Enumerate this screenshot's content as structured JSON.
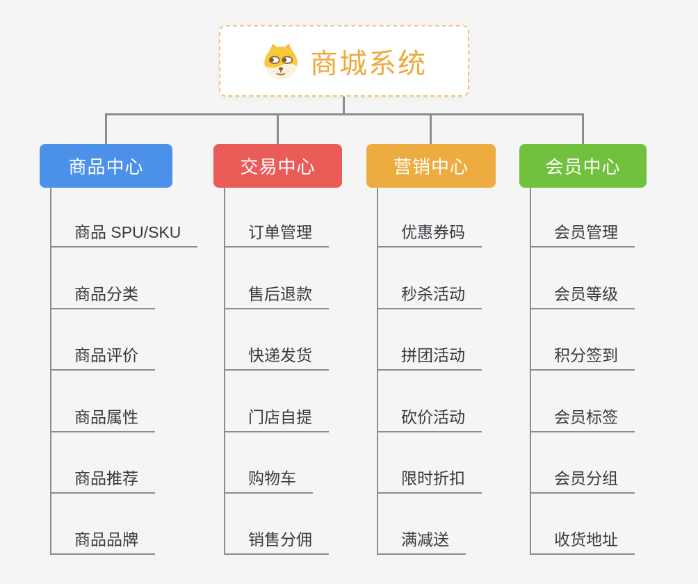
{
  "root": {
    "title": "商城系统",
    "icon": "dog-face-icon"
  },
  "branches": [
    {
      "label": "商品中心",
      "color": "#4B91EA",
      "children": [
        "商品 SPU/SKU",
        "商品分类",
        "商品评价",
        "商品属性",
        "商品推荐",
        "商品品牌"
      ]
    },
    {
      "label": "交易中心",
      "color": "#E95C57",
      "children": [
        "订单管理",
        "售后退款",
        "快递发货",
        "门店自提",
        "购物车",
        "销售分佣"
      ]
    },
    {
      "label": "营销中心",
      "color": "#ECAC3F",
      "children": [
        "优惠券码",
        "秒杀活动",
        "拼团活动",
        "砍价活动",
        "限时折扣",
        "满减送"
      ]
    },
    {
      "label": "会员中心",
      "color": "#72C13E",
      "children": [
        "会员管理",
        "会员等级",
        "积分签到",
        "会员标签",
        "会员分组",
        "收货地址"
      ]
    }
  ],
  "colors": {
    "background": "#F5F5F5",
    "connector": "#8C8C8C",
    "root_text": "#EFA940",
    "root_border": "#F3C27A",
    "leaf_text": "#363B40"
  }
}
